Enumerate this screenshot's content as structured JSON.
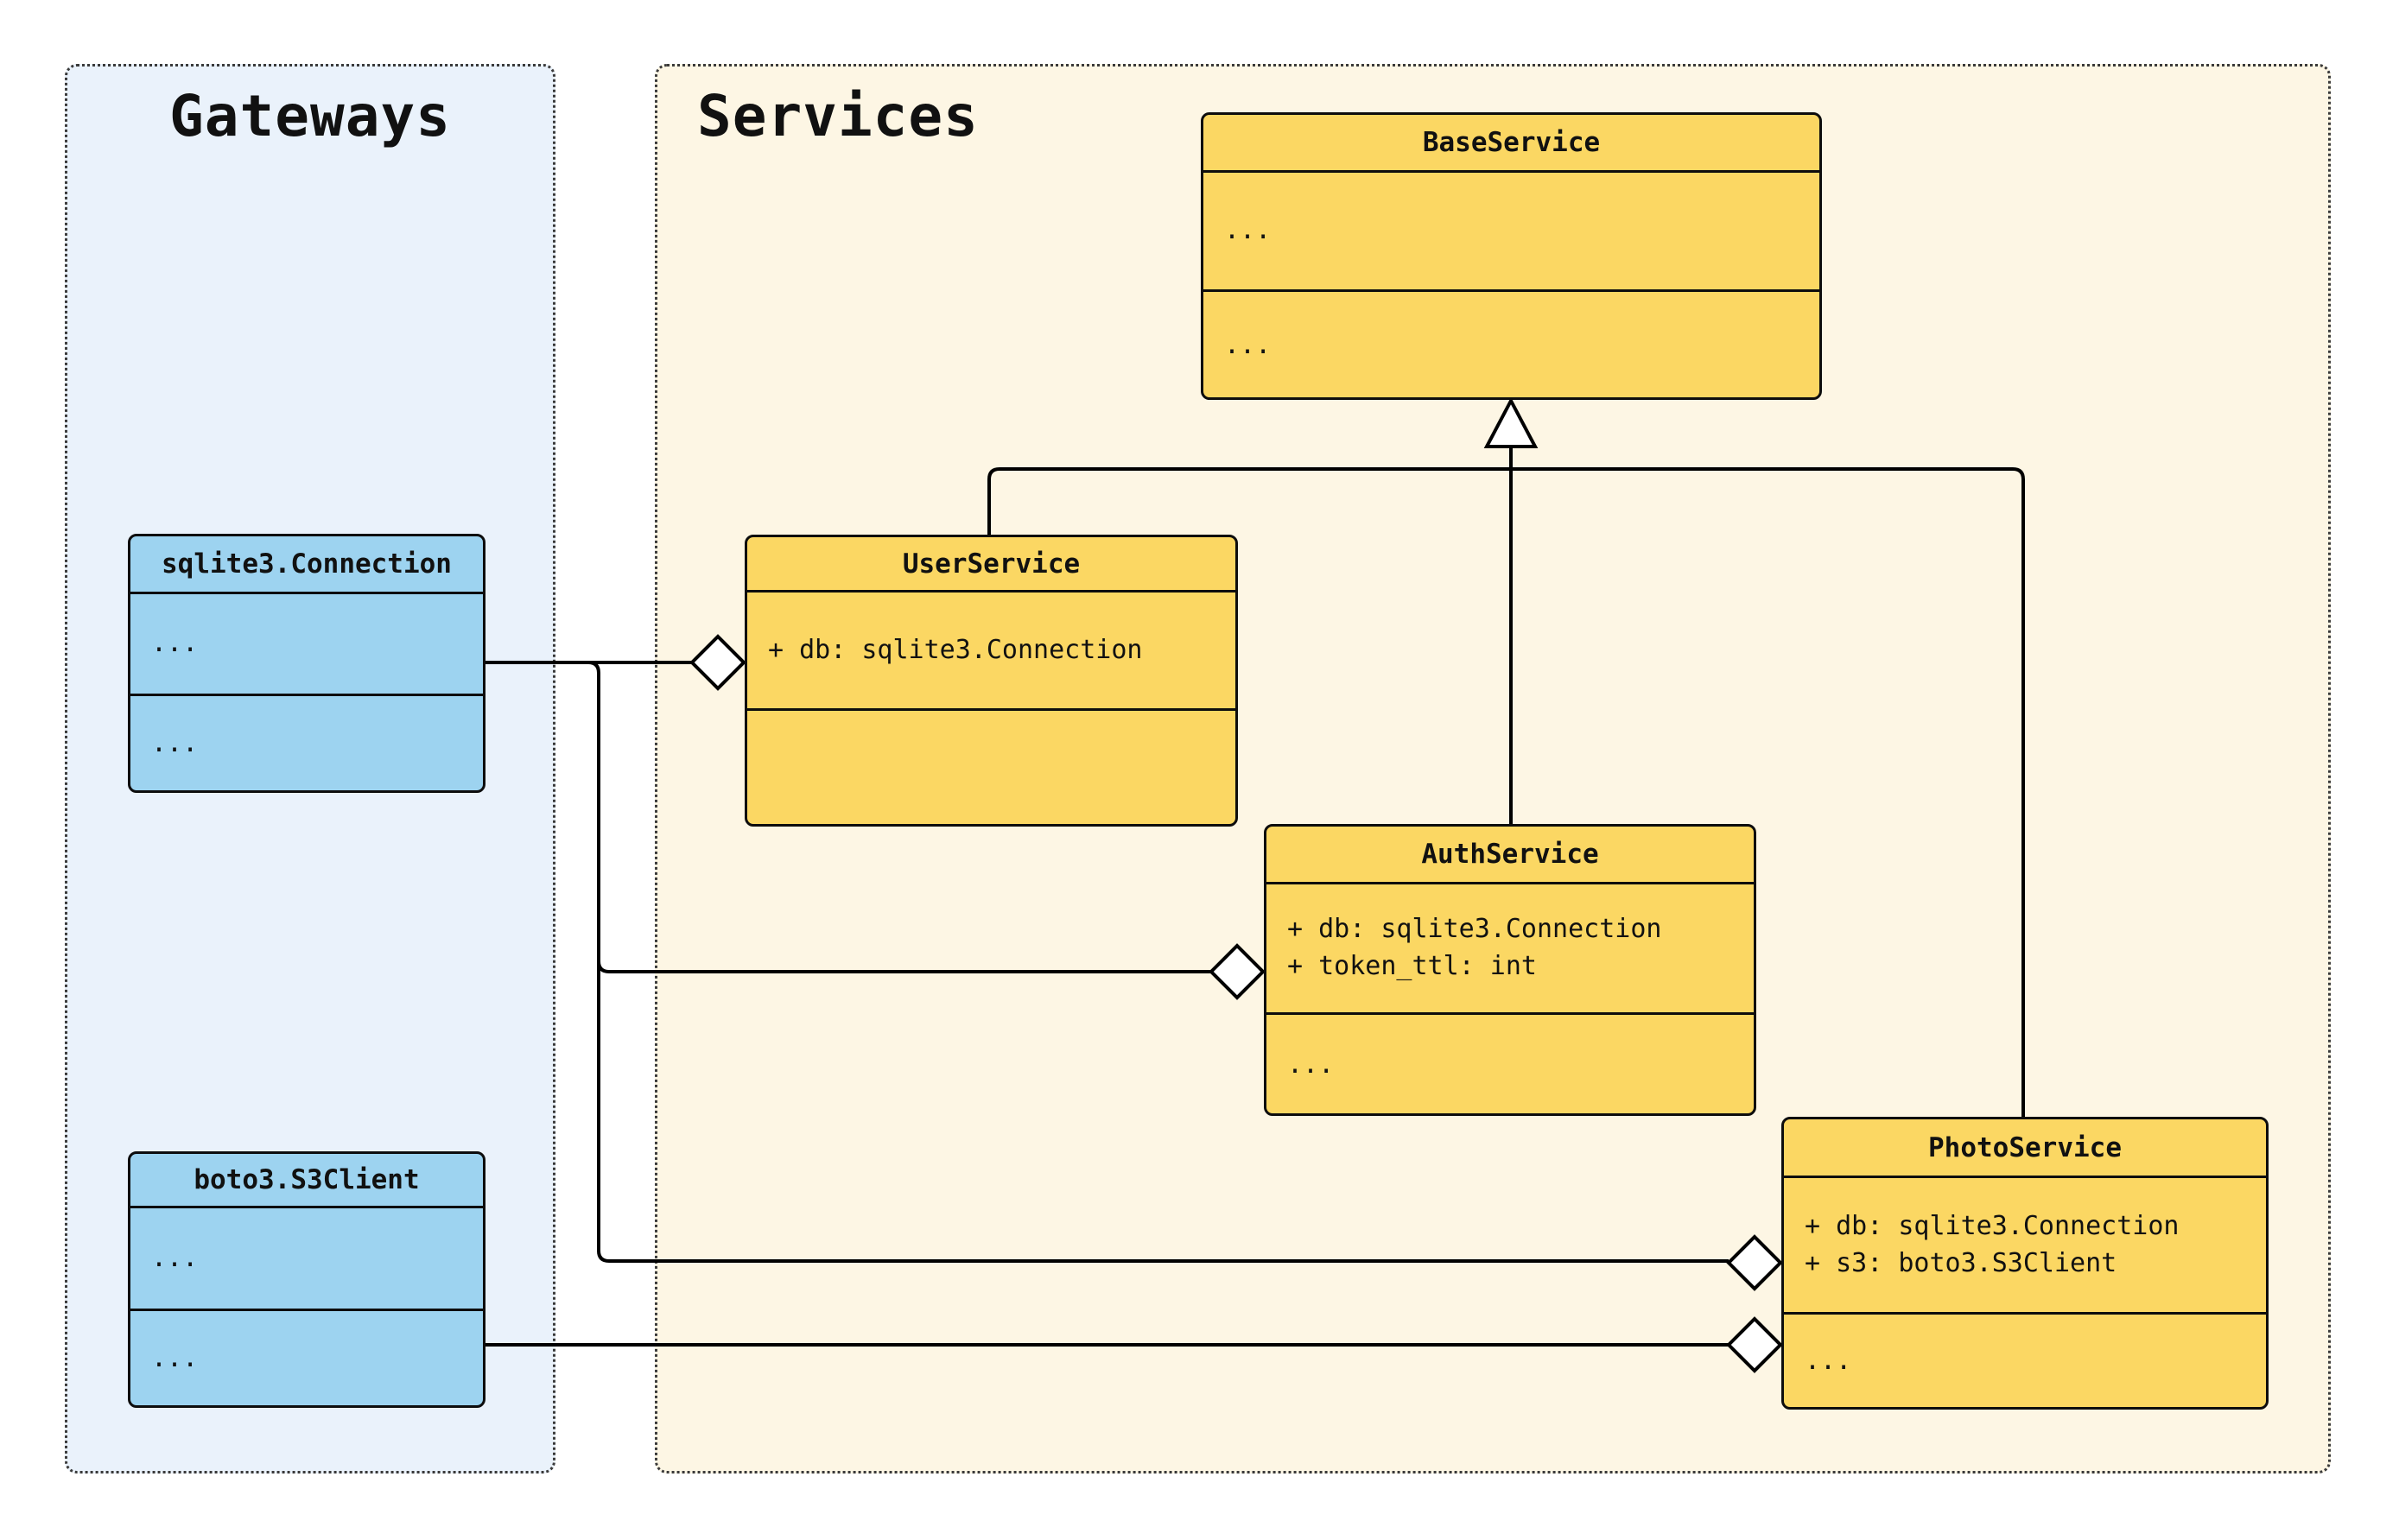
{
  "diagram": {
    "groups": [
      {
        "label": "Gateways"
      },
      {
        "label": "Services"
      }
    ],
    "classes": [
      {
        "name": "sqlite3.Connection",
        "group": "Gateways",
        "attributes": [
          "..."
        ],
        "methods": [
          "..."
        ]
      },
      {
        "name": "boto3.S3Client",
        "group": "Gateways",
        "attributes": [
          "..."
        ],
        "methods": [
          "..."
        ]
      },
      {
        "name": "BaseService",
        "group": "Services",
        "attributes": [
          "..."
        ],
        "methods": [
          "..."
        ]
      },
      {
        "name": "UserService",
        "group": "Services",
        "attributes": [
          "+ db: sqlite3.Connection"
        ],
        "methods": []
      },
      {
        "name": "AuthService",
        "group": "Services",
        "attributes": [
          "+ db: sqlite3.Connection",
          "+ token_ttl: int"
        ],
        "methods": [
          "..."
        ]
      },
      {
        "name": "PhotoService",
        "group": "Services",
        "attributes": [
          "+ db: sqlite3.Connection",
          "+ s3: boto3.S3Client"
        ],
        "methods": [
          "..."
        ]
      }
    ],
    "relationships": [
      {
        "type": "inheritance",
        "from": "UserService",
        "to": "BaseService"
      },
      {
        "type": "inheritance",
        "from": "AuthService",
        "to": "BaseService"
      },
      {
        "type": "inheritance",
        "from": "PhotoService",
        "to": "BaseService"
      },
      {
        "type": "aggregation",
        "from": "UserService",
        "to": "sqlite3.Connection"
      },
      {
        "type": "aggregation",
        "from": "AuthService",
        "to": "sqlite3.Connection"
      },
      {
        "type": "aggregation",
        "from": "PhotoService",
        "to": "sqlite3.Connection"
      },
      {
        "type": "aggregation",
        "from": "PhotoService",
        "to": "boto3.S3Client"
      }
    ],
    "colors": {
      "gateway_class_fill": "#9DD3F0",
      "service_class_fill": "#FBD763",
      "gateways_panel_fill": "#EAF2FB",
      "services_panel_fill": "#FDF6E4",
      "marker_fill": "#FFFFFF",
      "edge_stroke": "#000000"
    }
  }
}
